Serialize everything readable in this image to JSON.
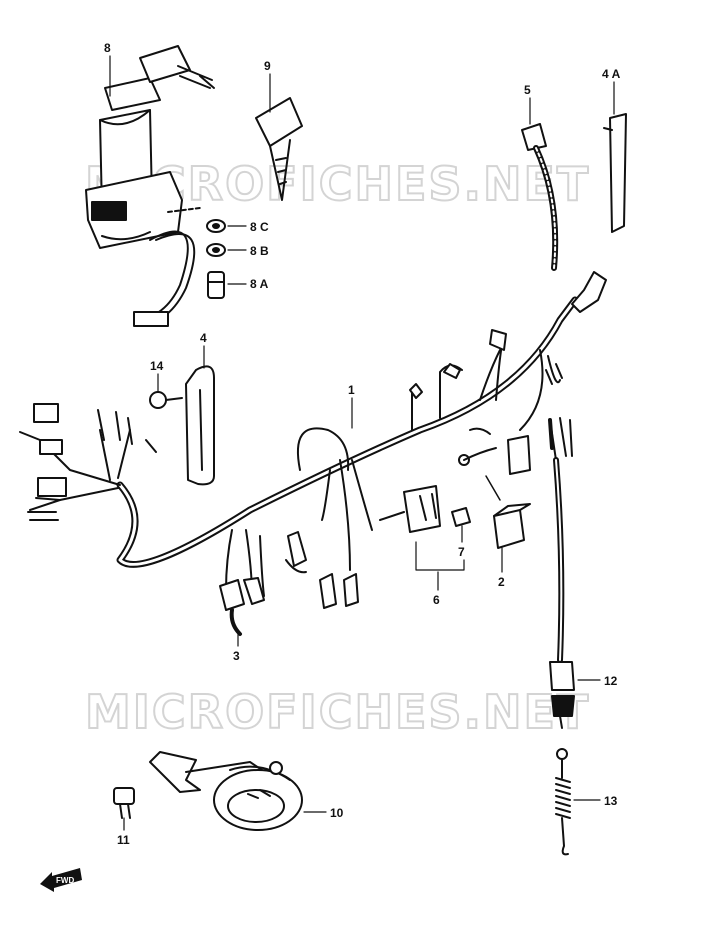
{
  "watermark": "MICROFICHES.NET",
  "forward_marker": "FWD",
  "callouts": [
    "8",
    "9",
    "5",
    "4 A",
    "8 C",
    "8 B",
    "8 A",
    "4",
    "14",
    "1",
    "3",
    "7",
    "6",
    "2",
    "12",
    "13",
    "10",
    "11"
  ],
  "colors": {
    "ink": "#111111",
    "watermark": "#d4d4d4",
    "paper": "#ffffff"
  }
}
